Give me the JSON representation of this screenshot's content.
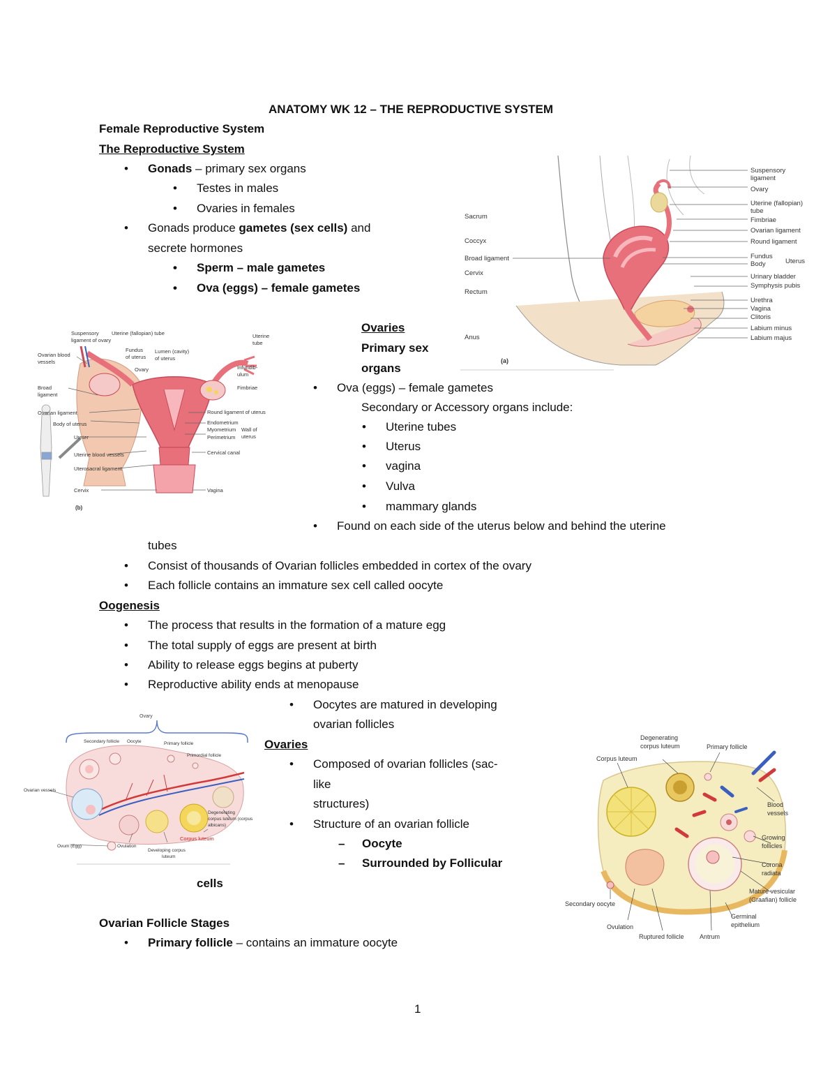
{
  "title": "ANATOMY WK 12 – THE REPRODUCTIVE SYSTEM",
  "h_female": "Female Reproductive System",
  "h_repro": "The Reproductive System",
  "gonads_b": "Gonads",
  "gonads_t": " – primary sex organs",
  "testes": "Testes in males",
  "ovaries_f": "Ovaries in females",
  "gp1": "Gonads produce ",
  "gp2": "gametes (sex cells)",
  "gp3": " and",
  "gp4": "secrete hormones",
  "sperm": "Sperm – male gametes",
  "ova_f": "Ova (eggs) – female gametes",
  "ov_head": "Ovaries",
  "ov_prim1": "Primary sex",
  "ov_prim2": "organs",
  "ov_ova": "Ova (eggs) – female gametes",
  "ov_sec": "Secondary or Accessory organs include:",
  "acc": [
    "Uterine tubes",
    "Uterus",
    "vagina",
    "Vulva",
    "mammary glands"
  ],
  "found1": "Found on each side of the uterus below and behind  the uterine",
  "found2": "tubes",
  "consist": "Consist of thousands of Ovarian follicles  embedded in cortex of the ovary",
  "eachf": "Each follicle contains an immature sex cell called oocyte",
  "oog_head": "Oogenesis",
  "oog": [
    "The process that results in the formation of a mature egg",
    "The total supply of eggs are present at birth",
    "Ability to release eggs begins at puberty",
    "Reproductive ability ends at menopause"
  ],
  "ooc1": "Oocytes are matured in developing",
  "ooc2": "ovarian follicles",
  "ov2_head": "Ovaries",
  "comp1": "Composed of ovarian follicles (sac-",
  "comp2": "like",
  "comp3": "structures)",
  "struct": "Structure of an ovarian follicle",
  "oocyte": "Oocyte",
  "surr": "Surrounded by Follicular",
  "cells": "cells",
  "stages_head": "Ovarian Follicle Stages",
  "prim_b": "Primary follicle",
  "prim_t": " – contains an immature oocyte",
  "page_num": "1",
  "fig_sag": {
    "left": [
      "Sacrum",
      "Coccyx",
      "Broad ligament",
      "Cervix",
      "Rectum",
      "Anus"
    ],
    "right": [
      "Suspensory",
      "ligament",
      "Ovary",
      "Uterine (fallopian)",
      "tube",
      "Fimbriae",
      "Ovarian ligament",
      "Round ligament",
      "Fundus",
      "Body",
      "Uterus",
      "Urinary bladder",
      "Symphysis pubis",
      "Urethra",
      "Vagina",
      "Clitoris",
      "Labium minus",
      "Labium majus"
    ],
    "tag": "(a)"
  },
  "fig_post": {
    "labels": [
      "Suspensory",
      "ligament of ovary",
      "Uterine (fallopian) tube",
      "Ovarian blood",
      "vessels",
      "Fundus",
      "of uterus",
      "Lumen (cavity)",
      "of uterus",
      "Ovary",
      "Uterine",
      "tube",
      "Infundib-",
      "ulum",
      "Fimbriae",
      "Broad",
      "ligament",
      "Ovarian ligament",
      "Body of uterus",
      "Ureter",
      "Round ligament of uterus",
      "Endometrium",
      "Myometrium",
      "Perimetrium",
      "Wall of",
      "uterus",
      "Uterine blood vessels",
      "Uterosacral ligament",
      "Cervical canal",
      "Cervix",
      "Vagina"
    ],
    "tag": "(b)"
  },
  "fig_ovary1": {
    "labels": [
      "Ovary",
      "Secondary follicle",
      "Oocyte",
      "Primary follicle",
      "Primordial follicle",
      "Ovarian vessels",
      "Degenerating",
      "corpus luteum (corpus",
      "albicans)",
      "Corpus luteum",
      "Ovum (Egg)",
      "Ovulation",
      "Developing corpus",
      "luteum"
    ]
  },
  "fig_ovary2": {
    "labels": [
      "Degenerating",
      "corpus luteum",
      "Primary follicle",
      "Corpus luteum",
      "Blood",
      "vessels",
      "Growing",
      "follicles",
      "Corona",
      "radiata",
      "Mature vesicular",
      "(Graafian) follicle",
      "Germinal",
      "epithelium",
      "Secondary oocyte",
      "Ovulation",
      "Ruptured follicle",
      "Antrum"
    ]
  },
  "colors": {
    "tissue": "#e8707a",
    "tissue_dark": "#c94a5a",
    "skin": "#f2d5b8",
    "ovary": "#f6c9c9",
    "yellow": "#f3d65a",
    "blue": "#3a5fbf"
  }
}
